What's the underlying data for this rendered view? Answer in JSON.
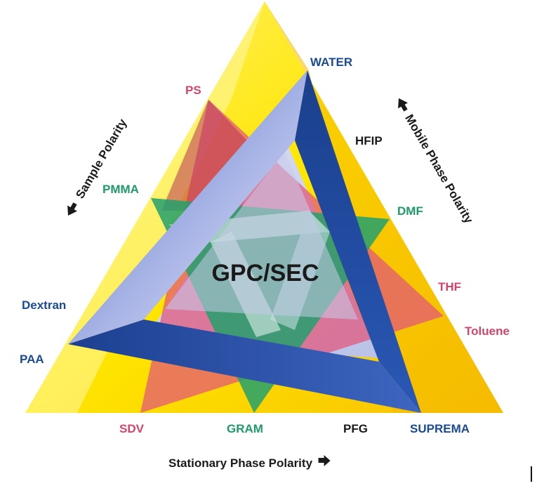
{
  "center_title": "GPC/SEC",
  "mobile_phase": {
    "water": "WATER",
    "hfip": "HFIP",
    "dmf": "DMF",
    "thf": "THF",
    "toluene": "Toluene"
  },
  "sample": {
    "ps": "PS",
    "pmma": "PMMA",
    "dextran": "Dextran",
    "paa": "PAA"
  },
  "stationary_phase": {
    "sdv": "SDV",
    "gram": "GRAM",
    "pfg": "PFG",
    "suprema": "SUPREMA"
  },
  "axes": {
    "sample_polarity": "Sample Polarity",
    "mobile_phase_polarity": "Mobile Phase Polarity",
    "stationary_phase_polarity": "Stationary Phase Polarity"
  },
  "colors": {
    "blue": "#1a4a96",
    "pink": "#d3456a",
    "green": "#1f9a68",
    "black": "#1a1a1a",
    "yellow": "#ffe400"
  }
}
